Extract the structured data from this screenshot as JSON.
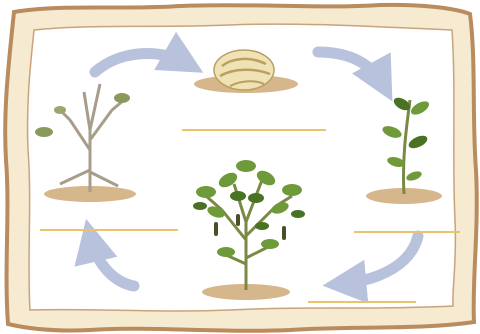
{
  "diagram": {
    "stages": [
      {
        "id": "seed",
        "icon": "seed-icon"
      },
      {
        "id": "seedling",
        "icon": "seedling-icon"
      },
      {
        "id": "mature-plant",
        "icon": "flowering-plant-icon"
      },
      {
        "id": "dying-plant",
        "icon": "dry-plant-icon"
      }
    ],
    "answer_blanks": [
      "",
      "",
      "",
      ""
    ],
    "arrow_count": 4
  },
  "colors": {
    "frame_border": "#b98c5f",
    "frame_fill": "#f6ead0",
    "inner_fill": "#ffffff",
    "arrow": "#b8c2dc",
    "blank_line": "#e8c46a",
    "soil": "#d6b68b",
    "leaf_green": "#6f9a3a",
    "leaf_dark": "#4a7224",
    "stem": "#7a8a45",
    "seed_shell": "#efe3b6",
    "seed_stripe": "#b9a060",
    "dry_stem": "#a89c8a"
  }
}
